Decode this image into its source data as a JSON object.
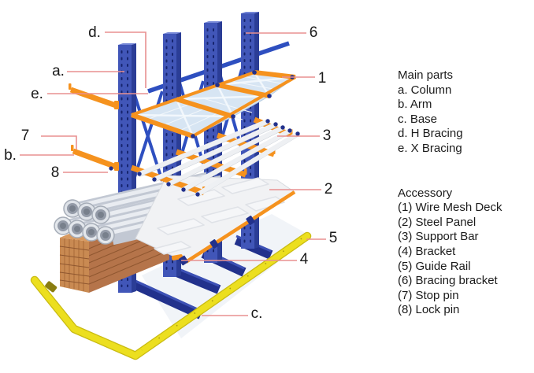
{
  "legend": {
    "main_parts_title": "Main parts",
    "main_parts": [
      "a. Column",
      "b. Arm",
      "c. Base",
      "d. H Bracing",
      "e. X Bracing"
    ],
    "accessory_title": "Accessory",
    "accessory": [
      "(1) Wire Mesh Deck",
      "(2) Steel Panel",
      "(3) Support Bar",
      "(4) Bracket",
      "(5) Guide Rail",
      "(6) Bracing bracket",
      "(7) Stop pin",
      "(8) Lock pin"
    ]
  },
  "callouts": {
    "d": "d.",
    "six": "6",
    "a": "a.",
    "one": "1",
    "e": "e.",
    "three": "3",
    "seven": "7",
    "b": "b.",
    "eight": "8",
    "two": "2",
    "five": "5",
    "four": "4",
    "c": "c."
  },
  "colors": {
    "column_blue": "#4156b8",
    "brace_blue": "#2e4fc0",
    "arm_orange": "#f5921e",
    "base_navy": "#22318c",
    "rail_yellow": "#ecdf1f",
    "mesh_blue": "#d7e5f3",
    "panel_white": "#f1f2f4",
    "pipe_gray": "#c2c8d3",
    "lumber_brown": "#c98a52",
    "leader_pink": "#e89090",
    "text_color": "#1a1a1a"
  }
}
